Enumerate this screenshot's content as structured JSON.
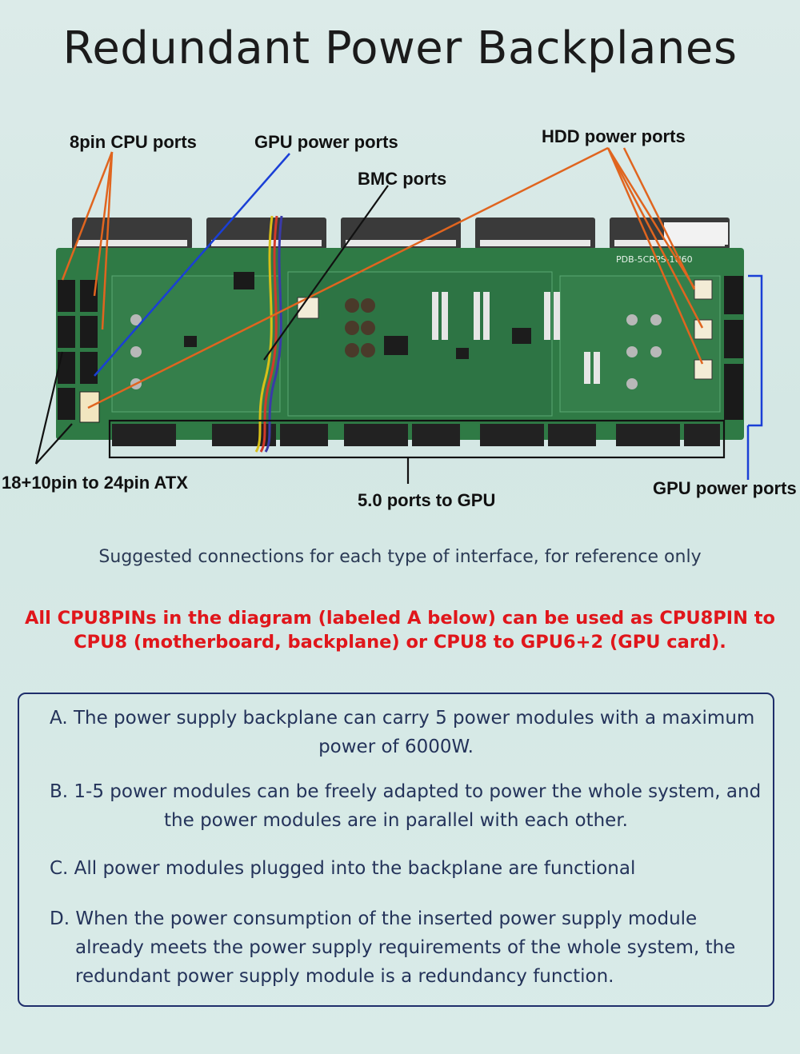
{
  "title": "Redundant Power Backplanes",
  "labels": {
    "cpu_8pin": "8pin CPU ports",
    "gpu_power_top": "GPU power ports",
    "bmc": "BMC ports",
    "hdd": "HDD power ports",
    "atx": "18+10pin to 24pin ATX",
    "gpu_5": "5.0 ports to GPU",
    "gpu_power_right": "GPU power ports"
  },
  "note": "Suggested connections for each type of interface, for reference only",
  "warning": {
    "line1": "All CPU8PINs in the diagram (labeled A below) can be used as CPU8PIN to",
    "line2": "CPU8 (motherboard, backplane) or CPU8 to GPU6+2 (GPU card)."
  },
  "items": {
    "a1": "A. The power supply backplane can carry 5 power modules with a maximum",
    "a2": "power of 6000W.",
    "b1": "B. 1-5 power modules can be freely adapted to power the whole system, and",
    "b2": "the power modules are in parallel with each other.",
    "c1": "C. All power modules plugged into the backplane are functional",
    "d1": "D. When the power consumption of the inserted power supply module",
    "d2": "already meets the power supply requirements of the whole system, the",
    "d3": "redundant power supply module is a redundancy function."
  },
  "pcb_marking": "PDB-5CRPS-1U60",
  "colors": {
    "pcb": "#2f7a45",
    "orange_lines": "#e0651f",
    "blue_lines": "#1a3fd6",
    "black_lines": "#111111",
    "warning": "#e0161b",
    "box_border": "#1f2e6b"
  }
}
